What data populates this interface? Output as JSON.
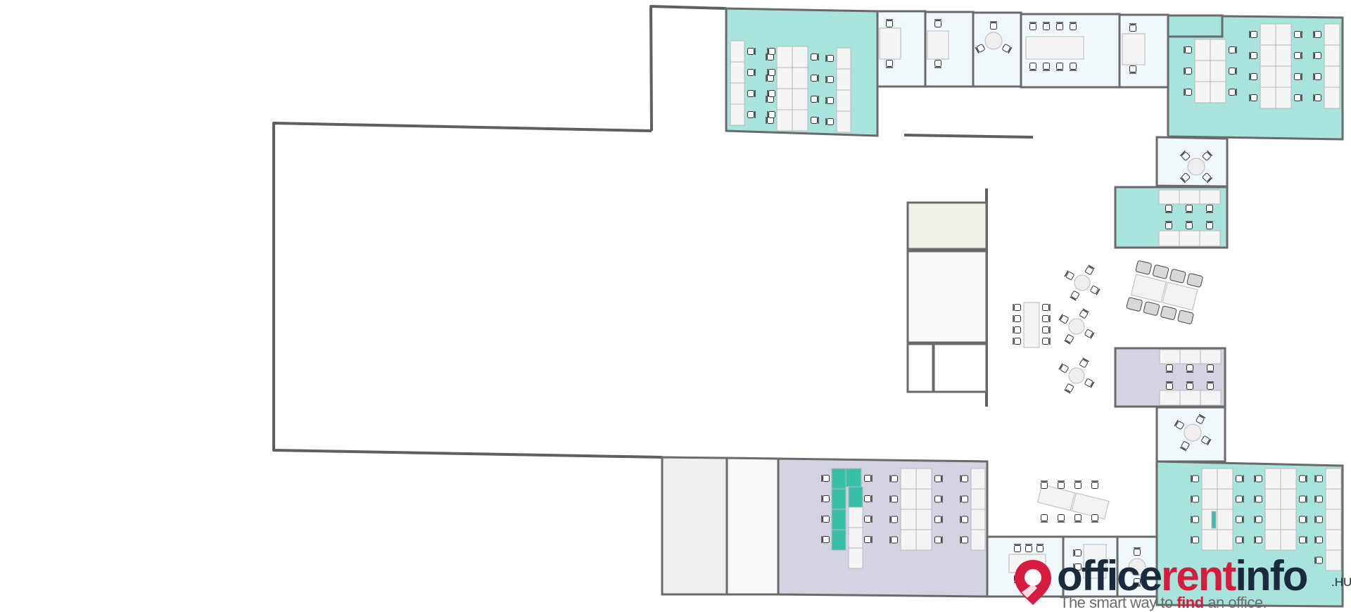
{
  "colors": {
    "wall": "#5f5f5f",
    "teal_room": "#a8e4db",
    "lavender_room": "#d4d3e2",
    "meeting_room": "#f1f8fb",
    "beige_room": "#f0f0e8",
    "grey_room": "#efefef",
    "highlight_desk": "#37bfa7",
    "brand_navy": "#1c2a3e",
    "brand_red": "#d61b3f"
  },
  "brand": {
    "name_part1": "office",
    "name_part2": "rent",
    "name_part3": "info",
    "tld": ".HU",
    "tagline_before": "The smart way to ",
    "tagline_highlight": "find",
    "tagline_after": " an office.",
    "logo_icon": "location-pin-icon"
  }
}
